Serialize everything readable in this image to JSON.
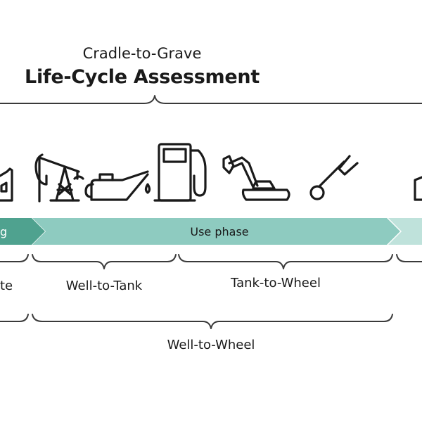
{
  "title": "Life-Cycle Assessment",
  "subtitle": "Cradle-to-Grave",
  "colors": {
    "phase_manufacturing": "#4fa28f",
    "phase_use": "#8ecbc0",
    "phase_end": "#bfe2db",
    "stroke": "#1a1a1a"
  },
  "phases": {
    "manufacturing_label": "g",
    "use_label": "Use phase"
  },
  "stages": {
    "manufacturing_fragment": "te",
    "well_to_tank": "Well-to-Tank",
    "tank_to_wheel": "Tank-to-Wheel",
    "well_to_wheel": "Well-to-Wheel"
  },
  "icons": [
    "factory-icon",
    "oil-pump-icon",
    "oil-can-icon",
    "fuel-pump-icon",
    "excavator-icon",
    "wrench-icon"
  ]
}
